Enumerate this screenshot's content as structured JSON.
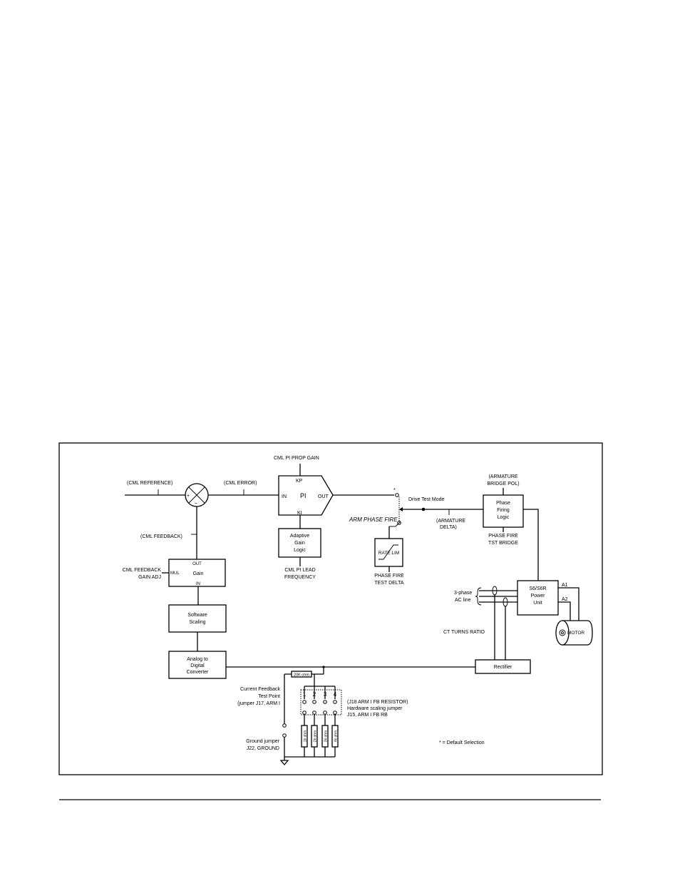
{
  "blocks": {
    "summer": {
      "plus": "+",
      "minus": "–"
    },
    "pi": {
      "kp": "KP",
      "in": "IN",
      "center": "PI",
      "out": "OUT",
      "ki": "KI"
    },
    "adaptive": [
      "Adaptive",
      "Gain",
      "Logic"
    ],
    "gain": {
      "out": "OUT",
      "mul": "MUL",
      "center": "Gain",
      "in": "IN"
    },
    "software_scaling": [
      "Software",
      "Scaling"
    ],
    "adc": [
      "Analog to",
      "Digital",
      "Converter"
    ],
    "rate_lim": "RATE LIM",
    "phase_firing": [
      "Phase",
      "Firing",
      "Logic"
    ],
    "power_unit": [
      "S6/S6R",
      "Power",
      "Unit"
    ],
    "rectifier": "Rectifier",
    "motor": "MOTOR",
    "resistor_20k": "20K ohm",
    "jumper_numbers": [
      "1",
      "2",
      "3",
      "4"
    ],
    "resistors": [
      "1k ohm",
      "2k ohm",
      "3k ohm",
      "4k ohm"
    ]
  },
  "labels": {
    "cml_pi_prop_gain": "CML PI PROP GAIN",
    "cml_reference": "(CML REFERENCE)",
    "cml_error": "(CML ERROR)",
    "cml_feedback": "(CML FEEDBACK)",
    "cml_feedback_gain_adj": [
      "CML FEEDBACK",
      "GAIN ADJ"
    ],
    "cml_pi_lead_frequency": [
      "CML PI LEAD",
      "FREQUENCY"
    ],
    "default_marker": "*",
    "drive_test_mode": "Drive Test Mode",
    "arm_phase_fire": "ARM PHASE FIRE",
    "armature_delta": [
      "(ARMATURE",
      "DELTA)"
    ],
    "armature_bridge_pol": [
      "(ARMATURE",
      "BRIDGE POL)"
    ],
    "phase_fire_tst_bridge": [
      "PHASE FIRE",
      "TST BRIDGE"
    ],
    "phase_fire_test_delta": [
      "PHASE FIRE",
      "TEST DELTA"
    ],
    "three_phase": [
      "3-phase",
      "AC line"
    ],
    "a1": "A1",
    "a2": "A2",
    "ct_turns_ratio": "CT TURNS RATIO",
    "current_feedback": [
      "Current Feedback",
      "Test Point",
      "(jumper J17, ARM I"
    ],
    "j18": [
      "(J18 ARM I FB RESISTOR)",
      "Hardware scaling jumper",
      "J15, ARM I FB RB"
    ],
    "ground_jumper": [
      "Ground jumper",
      "J22, GROUND"
    ],
    "default_selection": "* = Default Selection"
  }
}
